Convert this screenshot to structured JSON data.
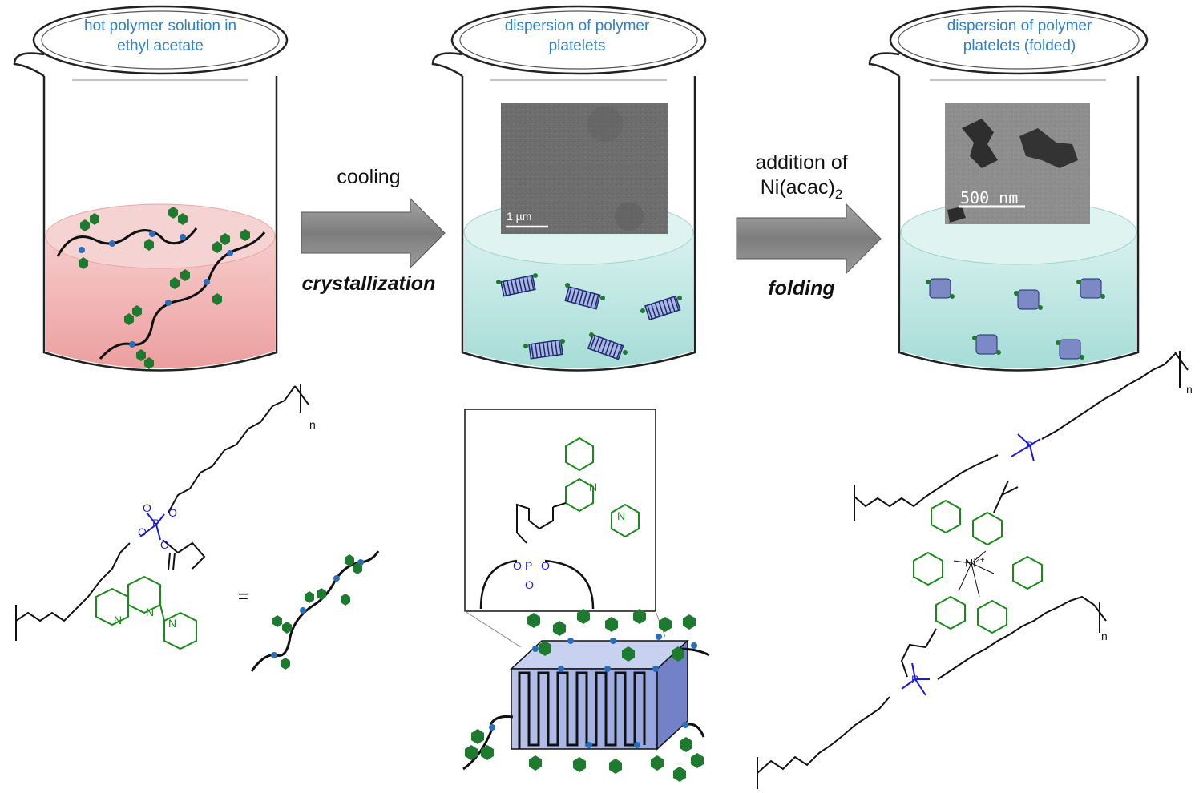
{
  "beakers": [
    {
      "caption_line1": "hot polymer solution in",
      "caption_line2": "ethyl acetate",
      "liquid_color": "#f2b3b3"
    },
    {
      "caption_line1": "dispersion of polymer",
      "caption_line2": "platelets",
      "liquid_color": "#bfe7e4",
      "micrograph_scale": "1 µm"
    },
    {
      "caption_line1": "dispersion of polymer",
      "caption_line2": "platelets (folded)",
      "liquid_color": "#bfe7e4",
      "micrograph_scale": "500 nm"
    }
  ],
  "steps": [
    {
      "above": "cooling",
      "below": "crystallization"
    },
    {
      "above_line1": "addition of",
      "above_line2": "Ni(acac)",
      "above_sub": "2",
      "below": "folding"
    }
  ],
  "chem": {
    "repeat_n": "n",
    "equals": "=",
    "P": "P",
    "O": "O",
    "N": "N",
    "Ni": "Ni",
    "Ni_charge": "2+"
  },
  "colors": {
    "caption_blue": "#2f7fc9",
    "terpyridine_green": "#1a8a1a",
    "phosphate_blue": "#1a1ad4",
    "pendant_green": "#1e7a2e",
    "chain_dot_blue": "#2a6ebb",
    "arrow_gray": "#8a8a8a"
  }
}
